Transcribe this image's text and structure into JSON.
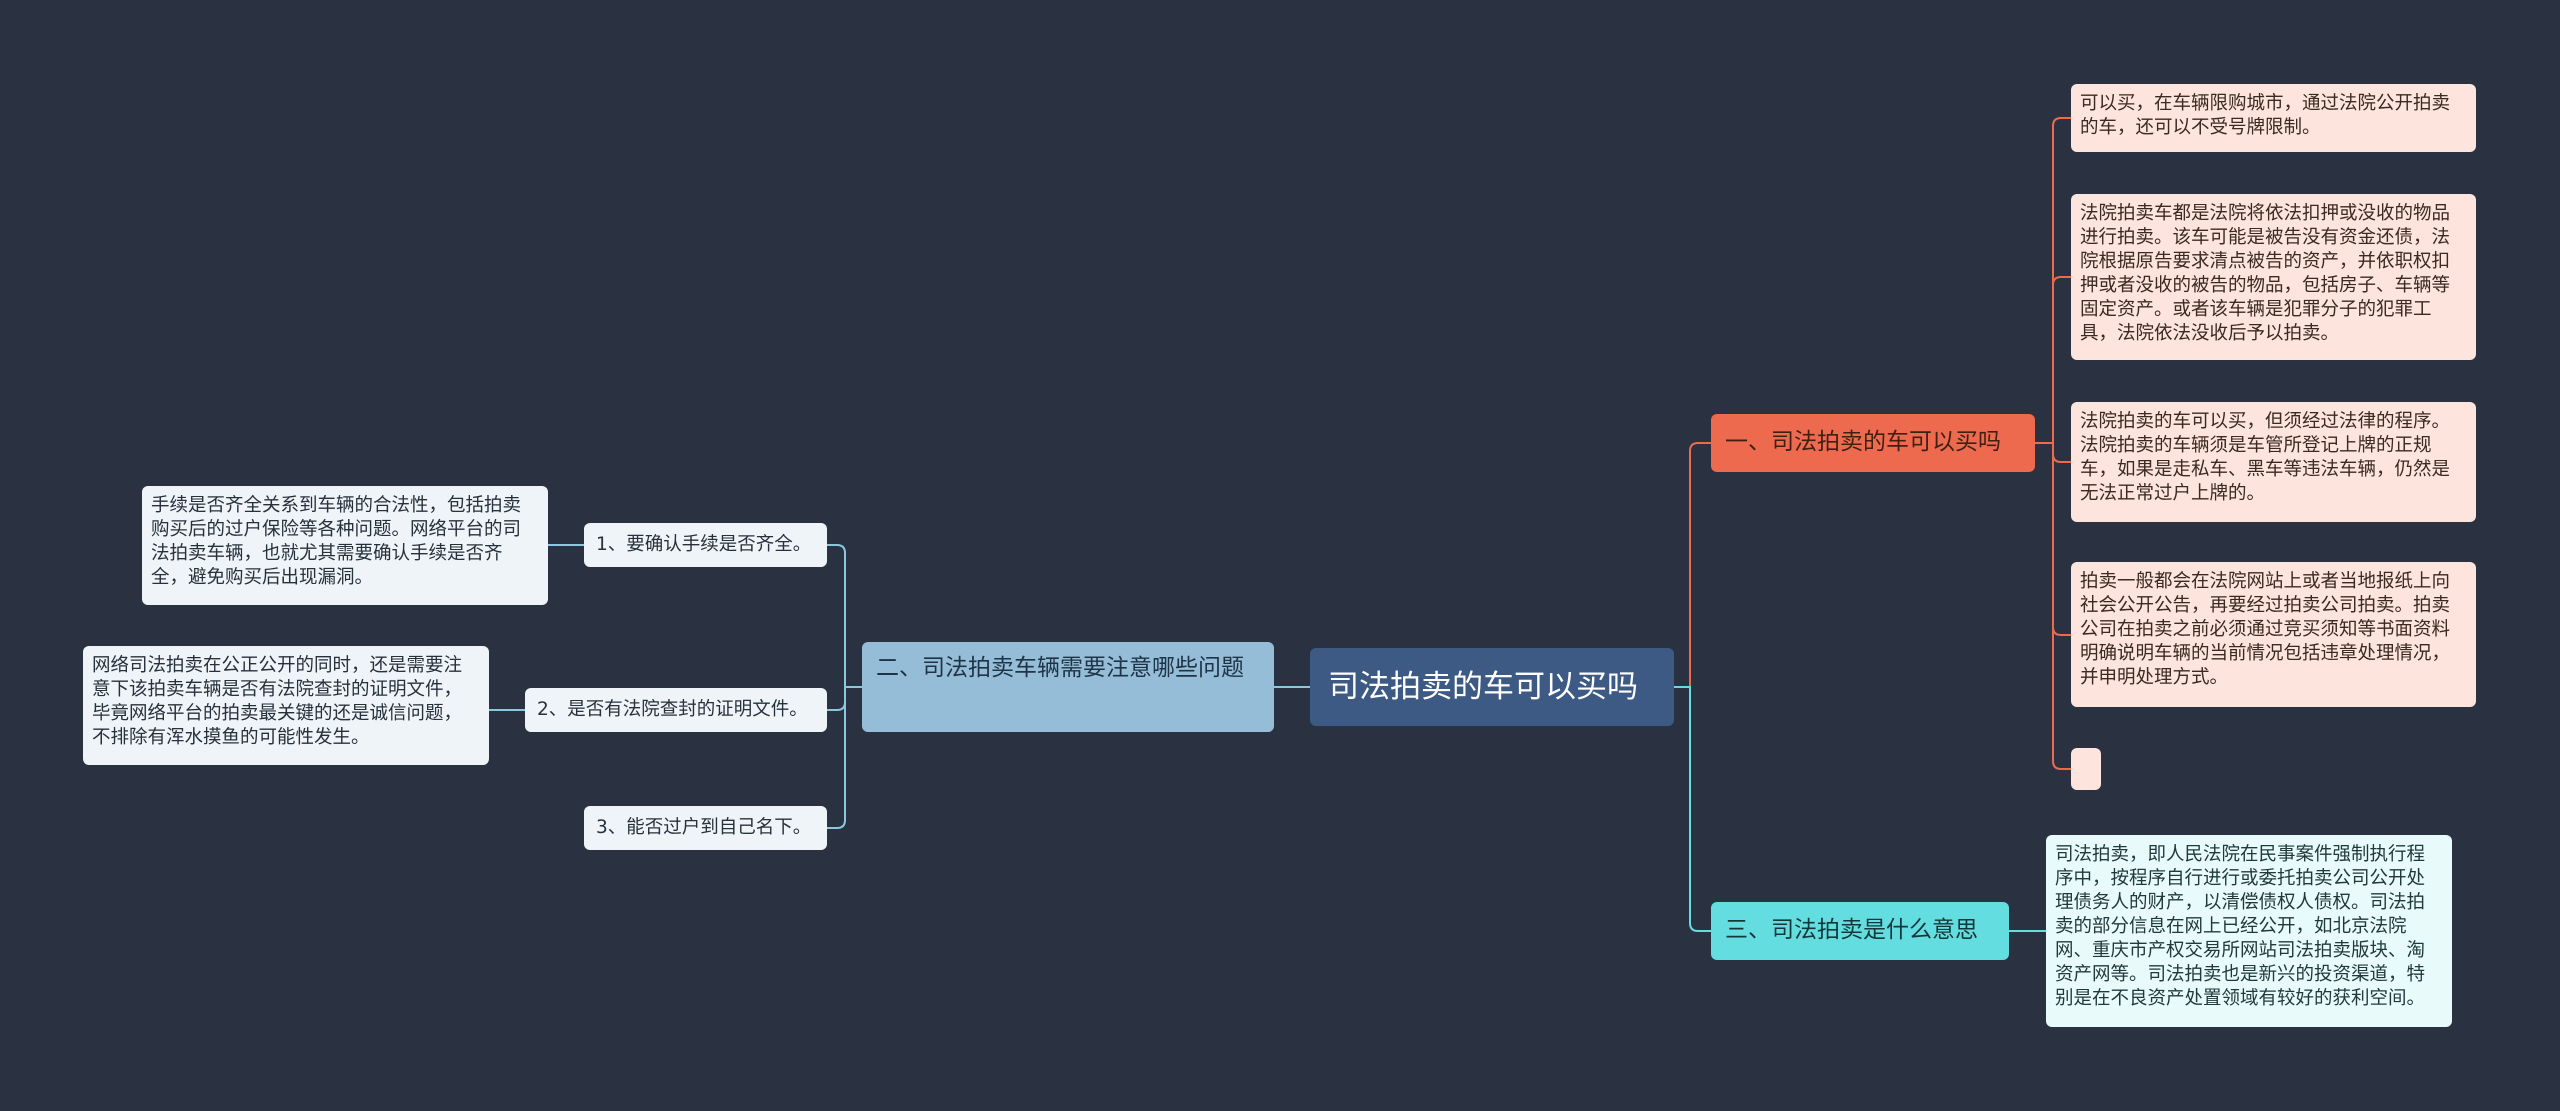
{
  "colors": {
    "background": "#2a3241",
    "root": "#3d5a85",
    "branch_buy": "#ee6a4f",
    "branch_notes": "#95bdd7",
    "branch_meaning": "#63dde0",
    "line_buy": "#ee6a4f",
    "line_notes": "#8cc7e2",
    "line_meaning": "#63dde0"
  },
  "root": {
    "label": "司法拍卖的车可以买吗"
  },
  "branch_buy": {
    "label": "一、司法拍卖的车可以买吗",
    "leaves": [
      "可以买，在车辆限购城市，通过法院公开拍卖的车，还可以不受号牌限制。",
      "法院拍卖车都是法院将依法扣押或没收的物品进行拍卖。该车可能是被告没有资金还债，法院根据原告要求清点被告的资产，并依职权扣押或者没收的被告的物品，包括房子、车辆等固定资产。或者该车辆是犯罪分子的犯罪工具，法院依法没收后予以拍卖。",
      "法院拍卖的车可以买，但须经过法律的程序。法院拍卖的车辆须是车管所登记上牌的正规车，如果是走私车、黑车等违法车辆，仍然是无法正常过户上牌的。",
      "拍卖一般都会在法院网站上或者当地报纸上向社会公开公告，再要经过拍卖公司拍卖。拍卖公司在拍卖之前必须通过竞买须知等书面资料明确说明车辆的当前情况包括违章处理情况，并申明处理方式。",
      ""
    ]
  },
  "branch_notes": {
    "label": "二、司法拍卖车辆需要注意哪些问题",
    "items": [
      {
        "label": "1、要确认手续是否齐全。",
        "detail": "手续是否齐全关系到车辆的合法性，包括拍卖购买后的过户保险等各种问题。网络平台的司法拍卖车辆，也就尤其需要确认手续是否齐全，避免购买后出现漏洞。"
      },
      {
        "label": "2、是否有法院查封的证明文件。",
        "detail": "网络司法拍卖在公正公开的同时，还是需要注意下该拍卖车辆是否有法院查封的证明文件，毕竟网络平台的拍卖最关键的还是诚信问题，不排除有浑水摸鱼的可能性发生。"
      },
      {
        "label": "3、能否过户到自己名下。",
        "detail": ""
      }
    ]
  },
  "branch_meaning": {
    "label": "三、司法拍卖是什么意思",
    "leaves": [
      "司法拍卖，即人民法院在民事案件强制执行程序中，按程序自行进行或委托拍卖公司公开处理债务人的财产，以清偿债权人债权。司法拍卖的部分信息在网上已经公开，如北京法院网、重庆市产权交易所网站司法拍卖版块、淘资产网等。司法拍卖也是新兴的投资渠道，特别是在不良资产处置领域有较好的获利空间。"
    ]
  }
}
